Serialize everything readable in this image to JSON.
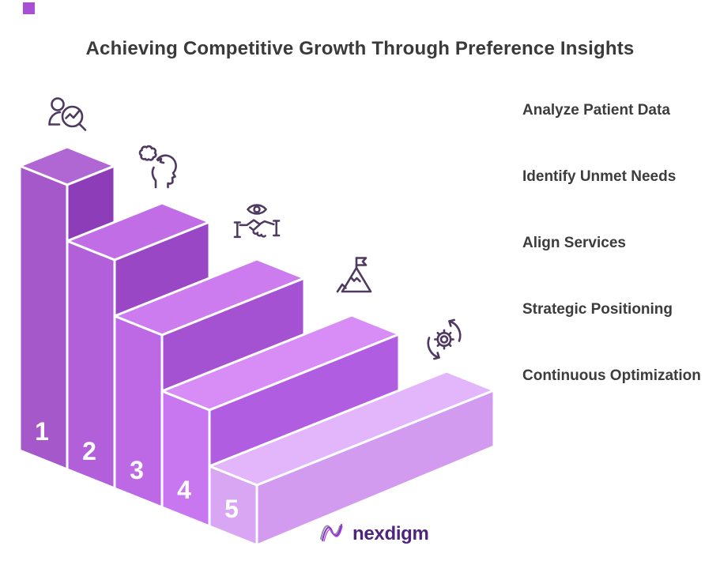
{
  "title": "Achieving Competitive Growth Through Preference Insights",
  "steps": [
    {
      "number": "1",
      "label": "Analyze Patient Data",
      "icon": "person-magnifier-icon"
    },
    {
      "number": "2",
      "label": "Identify Unmet Needs",
      "icon": "head-puzzle-icon"
    },
    {
      "number": "3",
      "label": "Align Services",
      "icon": "eye-handshake-icon"
    },
    {
      "number": "4",
      "label": "Strategic Positioning",
      "icon": "mountain-flag-icon"
    },
    {
      "number": "5",
      "label": "Continuous Optimization",
      "icon": "gear-refresh-icon"
    }
  ],
  "colors": {
    "strip": [
      "#a558c9",
      "#b160da",
      "#bd69e6",
      "#c977f0",
      "#d9a6f3"
    ],
    "tread": [
      "#b167d3",
      "#c16ee6",
      "#cc7cee",
      "#d78df5",
      "#e3b5fa"
    ],
    "riser": [
      "#8e3db8",
      "#9947c5",
      "#a452d2",
      "#b15de1",
      "#d29bef"
    ],
    "edge": "#ffffff",
    "icon_stroke": "#4e3960",
    "title_text": "#3a3a3a",
    "label_text": "#3c3c3c",
    "number_text": "#ffffff",
    "logo_text": "#4e257b",
    "accent_square": "#a94fd6"
  },
  "logo": {
    "text": "nexdigm"
  }
}
